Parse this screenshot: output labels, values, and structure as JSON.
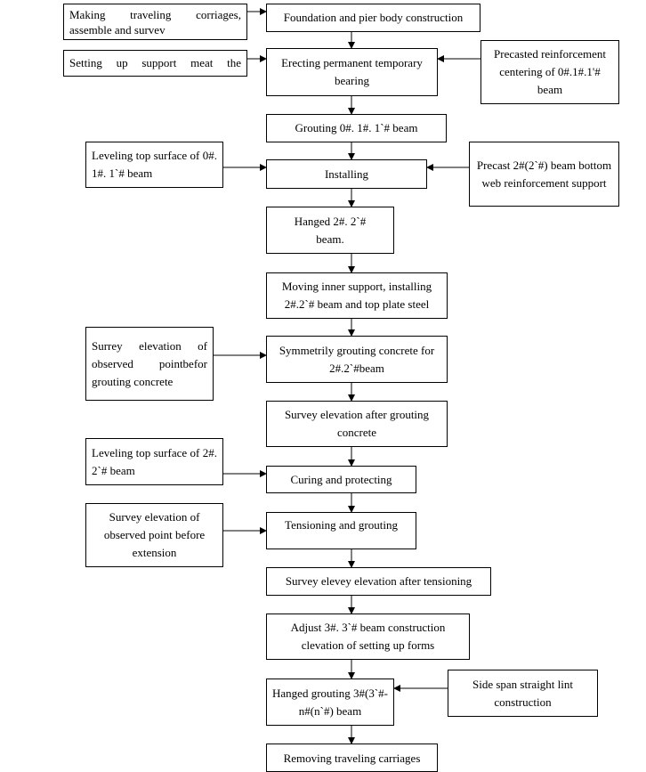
{
  "main": [
    {
      "id": "m1",
      "text": "Foundation and pier body construction"
    },
    {
      "id": "m2",
      "text": "Erecting permanent temporary bearing"
    },
    {
      "id": "m3",
      "text": "Grouting 0#. 1#. 1`# beam"
    },
    {
      "id": "m4",
      "text": "Installing"
    },
    {
      "id": "m5",
      "text": "Hanged 2#. 2`# beam."
    },
    {
      "id": "m6",
      "text": "Moving inner support, installing 2#.2`# beam and top plate steel"
    },
    {
      "id": "m7",
      "text": "Symmetrily grouting concrete for 2#.2`#beam"
    },
    {
      "id": "m8",
      "text": "Survey elevation after grouting concrete"
    },
    {
      "id": "m9",
      "text": "Curing and protecting"
    },
    {
      "id": "m10",
      "text": "Tensioning and grouting"
    },
    {
      "id": "m11",
      "text": "Survey elevey elevation after tensioning"
    },
    {
      "id": "m12",
      "text": "Adjust 3#. 3`# beam construction clevation of setting up forms"
    },
    {
      "id": "m13",
      "text": "Hanged grouting 3#(3`#-n#(n`#) beam"
    },
    {
      "id": "m14",
      "text": "Removing traveling carriages"
    }
  ],
  "left": [
    {
      "id": "l1",
      "text": "Making traveling corriages, assemble and survev"
    },
    {
      "id": "l2",
      "text": "Setting up support meat the"
    },
    {
      "id": "l3",
      "text": "Leveling top surface of 0#. 1#. 1`# beam"
    },
    {
      "id": "l4",
      "text": "Surrey elevation of observed pointbefor grouting concrete"
    },
    {
      "id": "l5",
      "text": "Leveling top surface of 2#. 2`# beam"
    },
    {
      "id": "l6",
      "text": "Survey elevation of observed point before extension"
    }
  ],
  "right": [
    {
      "id": "r1",
      "text": "Precasted reinforcement centering of 0#.1#.1'# beam"
    },
    {
      "id": "r2",
      "text": "Precast 2#(2`#) beam bottom web reinforcement support"
    },
    {
      "id": "r3",
      "text": "Side span straight lint construction"
    }
  ]
}
